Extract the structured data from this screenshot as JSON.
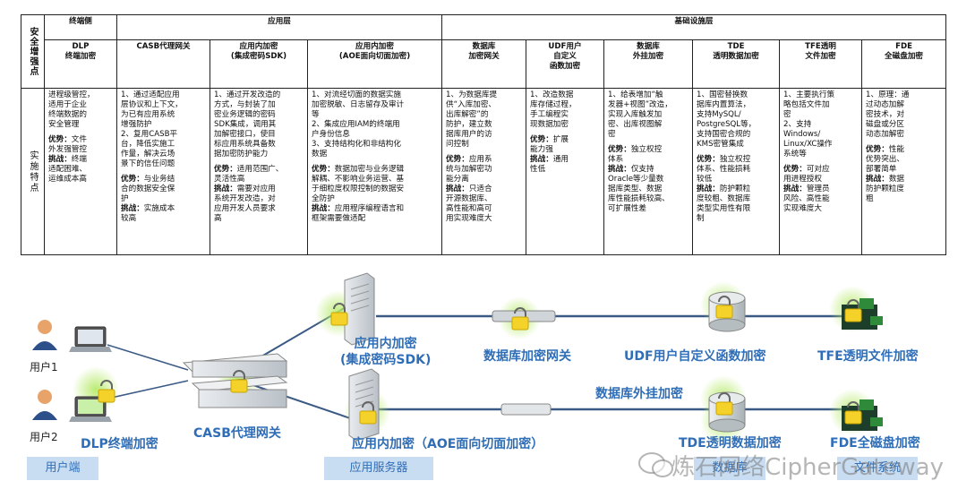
{
  "table": {
    "header_row1": {
      "corner": "安全增强点",
      "terminal": "终端侧",
      "app_layer": "应用层",
      "infra_layer": "基础设施层"
    },
    "columns": [
      "DLP\n终端加密",
      "CASB代理网关",
      "应用内加密\n(集成密码SDK)",
      "应用内加密\n(AOE面向切面加密)",
      "数据库\n加密网关",
      "UDF用户\n自定义\n函数加密",
      "数据库\n外挂加密",
      "TDE\n透明数据加密",
      "TFE透明\n文件加密",
      "FDE\n全磁盘加密"
    ],
    "row_label": "实施特点",
    "cells": [
      {
        "desc": "进程级管控，\n适用于企业\n终端数据的\n安全管理",
        "adv_label": "优势：",
        "adv": "文件\n外发强管控",
        "chal_label": "挑战：",
        "chal": "终端\n适配困难、\n运维成本高"
      },
      {
        "desc": "1、通过适配应用\n层协议和上下文，\n为已有应用系统\n增强防护\n2、复用CASB平\n台，降低实施工\n作量，解决云场\n景下的信任问题",
        "adv_label": "优势：",
        "adv": "与业务结\n合的数据安全保\n护",
        "chal_label": "挑战：",
        "chal": "实施成本\n较高"
      },
      {
        "desc": "1、通过开发改造的\n方式，与封装了加\n密业务逻辑的密码\nSDK集成，调用其\n加解密接口，使目\n标应用系统具备数\n据加密防护能力",
        "adv_label": "优势：",
        "adv": "适用范围广、\n灵活性高",
        "chal_label": "挑战：",
        "chal": "需要对应用\n系统开发改造，对\n应用开发人员要求\n高"
      },
      {
        "desc": "1、对流经切面的数据实施\n加密脱敏、日志留存及审计\n等\n2、集成应用IAM的终端用\n户身份信息\n3、支持结构化和非结构化\n数据",
        "adv_label": "优势：",
        "adv": "数据加密与业务逻辑\n解耦、不影响业务运营、基\n于细粒度权限控制的数据安\n全防护",
        "chal_label": "挑战：",
        "chal": "应用程序编程语言和\n框架需要做适配"
      },
      {
        "desc": "1、为数据库提\n供“入库加密、\n出库解密”的\n防护，建立数\n据库用户的访\n问控制",
        "adv_label": "优势：",
        "adv": "应用系\n统与加解密功\n能分离",
        "chal_label": "挑战：",
        "chal": "只适合\n开源数据库、\n高性能和高可\n用实现难度大"
      },
      {
        "desc": "1、改造数据\n库存储过程，\n手工编程实\n现数据加密",
        "adv_label": "优势：",
        "adv": "扩展\n能力强",
        "chal_label": "挑战：",
        "chal": "通用\n性低"
      },
      {
        "desc": "1、给表增加“触\n发器+视图”改造，\n实现入库触发加\n密、出库视图解\n密",
        "adv_label": "优势：",
        "adv": "独立权控\n体系",
        "chal_label": "挑战：",
        "chal": "仅支持\nOracle等少量数\n据库类型、数据\n库性能损耗较高、\n可扩展性差"
      },
      {
        "desc": "1、国密替换数\n据库内置算法，\n支持MySQL/\nPostgreSQL等，\n支持国密合规的\nKMS密管集成",
        "adv_label": "优势：",
        "adv": "独立权控\n体系、性能损耗\n较低",
        "chal_label": "挑战：",
        "chal": "防护颗粒\n度较粗、数据库\n类型实用性有限\n制"
      },
      {
        "desc": "1、主要执行策\n略包括文件加\n密\n2、支持\nWindows/\nLinux/XC操作\n系统等",
        "adv_label": "优势：",
        "adv": "可对应\n用进程授权",
        "chal_label": "挑战：",
        "chal": "管理员\n风险、高性能\n实现难度大"
      },
      {
        "desc": "1、原理：通\n过动态加解\n密技术，对\n磁盘或分区\n动态加解密",
        "adv_label": "优势：",
        "adv": "性能\n优势突出、\n部署简单",
        "chal_label": "挑战：",
        "chal": "数据\n防护颗粒度\n粗"
      }
    ]
  },
  "diagram": {
    "users": [
      "用户1",
      "用户2"
    ],
    "labels": {
      "dlp": "DLP终端加密",
      "casb": "CASB代理网关",
      "app_sdk": "应用内加密\n(集成密码SDK)",
      "app_aoe": "应用内加密（AOE面向切面加密）",
      "db_gw": "数据库加密网关",
      "udf": "UDF用户自定义函数加密",
      "db_ext": "数据库外挂加密",
      "tde": "TDE透明数据加密",
      "tfe": "TFE透明文件加密",
      "fde": "FDE全磁盘加密"
    },
    "zones": [
      "用户端",
      "应用服务器",
      "数据库",
      "文件系统"
    ],
    "watermark": "炼石网络CipherGateway"
  },
  "colors": {
    "accent": "#2f6eb7",
    "zone": "#c9ddf2",
    "line": "#3a5a85",
    "lock": "#f5d22a",
    "glow": "#a8e05f"
  }
}
